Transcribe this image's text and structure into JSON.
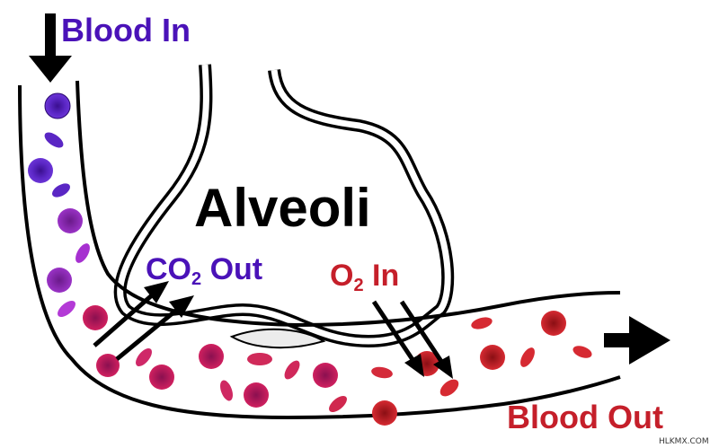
{
  "labels": {
    "blood_in": "Blood In",
    "alveoli": "Alveoli",
    "co2_prefix": "CO",
    "co2_sub": "2",
    "co2_suffix": " Out",
    "o2_prefix": "O",
    "o2_sub": "2",
    "o2_suffix": " In",
    "blood_out": "Blood Out",
    "watermark": "HLKMX.COM"
  },
  "colors": {
    "deoxygenated": "#4a1fb8",
    "oxygenated": "#d0202e",
    "outline": "#000000",
    "label_purple": "#4a12b8",
    "label_red": "#c51f2a"
  }
}
